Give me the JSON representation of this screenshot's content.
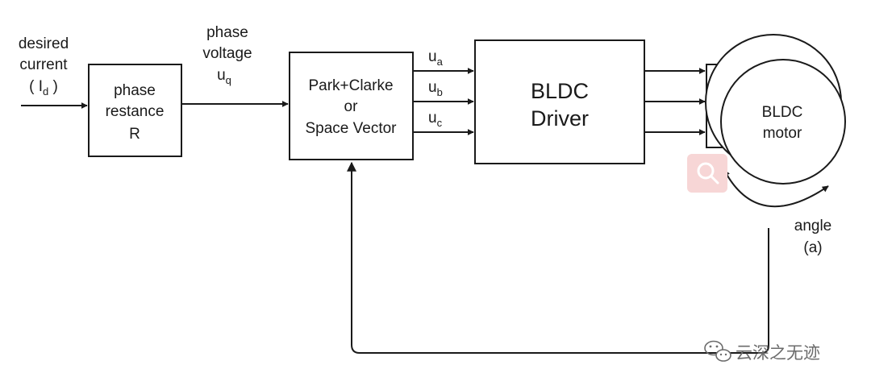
{
  "input": {
    "line1": "desired",
    "line2": "current",
    "line3_prefix": "( I",
    "line3_sub": "d",
    "line3_suffix": " )"
  },
  "phase_resistance": {
    "line1": "phase",
    "line2": "restance",
    "line3": "R"
  },
  "phase_voltage": {
    "line1": "phase",
    "line2": "voltage",
    "line3_main": "u",
    "line3_sub": "q"
  },
  "park_clarke": {
    "line1": "Park+Clarke",
    "line2": "or",
    "line3": "Space Vector"
  },
  "outputs": [
    {
      "main": "u",
      "sub": "a"
    },
    {
      "main": "u",
      "sub": "b"
    },
    {
      "main": "u",
      "sub": "c"
    }
  ],
  "driver": {
    "line1": "BLDC",
    "line2": "Driver"
  },
  "motor": {
    "line1": "BLDC",
    "line2": "motor"
  },
  "angle": {
    "line1": "angle",
    "line2": "(a)"
  },
  "watermark": {
    "text": "云深之无迹"
  },
  "colors": {
    "line": "#1a1a1a",
    "search_badge_bg": "#f7d6d6",
    "search_badge_icon": "#ffffff",
    "watermark": "#6b6b6b"
  },
  "icons": {
    "search": "search-icon",
    "watermark_logo": "wechat-icon"
  }
}
